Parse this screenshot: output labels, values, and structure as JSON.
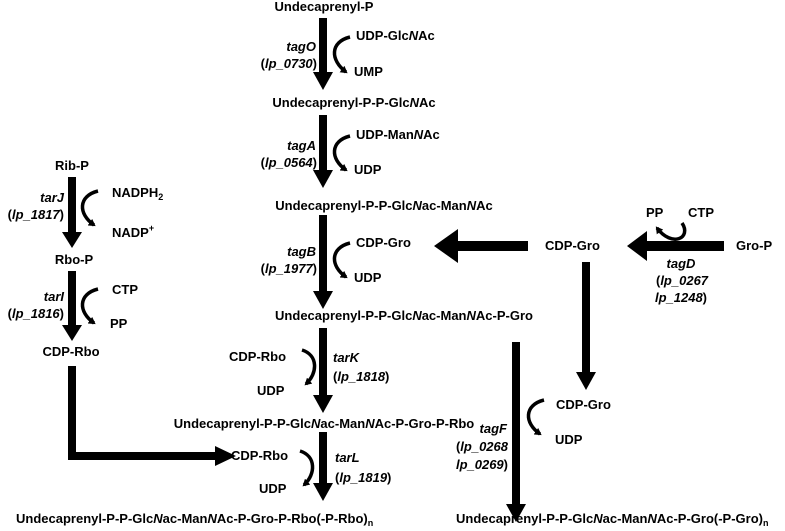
{
  "compounds": {
    "undecaprenyl_p": "Undecaprenyl-P",
    "udp_glcnac": [
      "UDP-Glc",
      "N",
      "Ac"
    ],
    "ump": "UMP",
    "und_pp_glcnac": [
      "Undecaprenyl-P-P-Glc",
      "N",
      "Ac"
    ],
    "udp_mannac": [
      "UDP-Man",
      "N",
      "Ac"
    ],
    "udp_1": "UDP",
    "und_pp_glcnac_mannac": [
      "Undecaprenyl-P-P-Glc",
      "N",
      "ac-Man",
      "N",
      "Ac"
    ],
    "cdp_gro_1": "CDP-Gro",
    "udp_2": "UDP",
    "und_pp_glcnac_mannac_p_gro": [
      "Undecaprenyl-P-P-Glc",
      "N",
      "ac-Man",
      "N",
      "Ac-P-Gro"
    ],
    "cdp_gro_center": "CDP-Gro",
    "pp_right": "PP",
    "ctp_right": "CTP",
    "gro_p": "Gro-P",
    "rib_p": "Rib-P",
    "nadph2": [
      "NADPH",
      "2"
    ],
    "nadp": [
      "NADP",
      "+"
    ],
    "rbo_p": "Rbo-P",
    "ctp_left": "CTP",
    "pp_left": "PP",
    "cdp_rbo_left": "CDP-Rbo",
    "cdp_rbo_k": "CDP-Rbo",
    "udp_k": "UDP",
    "und_pp_gro_p_rbo": [
      "Undecaprenyl-P-P-Glc",
      "N",
      "ac-Man",
      "N",
      "Ac-P-Gro-P-Rbo"
    ],
    "cdp_rbo_l": "CDP-Rbo",
    "udp_l": "UDP",
    "final_rbo": [
      "Undecaprenyl-P-P-Glc",
      "N",
      "ac-Man",
      "N",
      "Ac-P-Gro-P-Rbo(-P-Rbo)",
      "n"
    ],
    "cdp_gro_f": "CDP-Gro",
    "udp_f": "UDP",
    "final_gro": [
      "Undecaprenyl-P-P-Glc",
      "N",
      "ac-Man",
      "N",
      "Ac-P-Gro(-P-Gro)",
      "n"
    ]
  },
  "genes": {
    "tagO": {
      "name": "tagO",
      "locus": [
        "(",
        "lp_0730",
        ")"
      ]
    },
    "tagA": {
      "name": "tagA",
      "locus": [
        "(",
        "lp_0564",
        ")"
      ]
    },
    "tagB": {
      "name": "tagB",
      "locus": [
        "(",
        "lp_1977",
        ")"
      ]
    },
    "tagD": {
      "name": "tagD",
      "locus1": [
        "(",
        "lp_0267"
      ],
      "locus2": [
        "lp_1248",
        ")"
      ]
    },
    "tarJ": {
      "name": "tarJ",
      "locus": [
        "(",
        "lp_1817",
        ")"
      ]
    },
    "tarI": {
      "name": "tarI",
      "locus": [
        "(",
        "lp_1816",
        ")"
      ]
    },
    "tarK": {
      "name": "tarK",
      "locus": [
        "(",
        "lp_1818",
        ")"
      ]
    },
    "tarL": {
      "name": "tarL",
      "locus": [
        "(",
        "lp_1819",
        ")"
      ]
    },
    "tagF": {
      "name": "tagF",
      "locus1": [
        "(",
        "lp_0268"
      ],
      "locus2": [
        "lp_0269",
        ")"
      ]
    }
  }
}
